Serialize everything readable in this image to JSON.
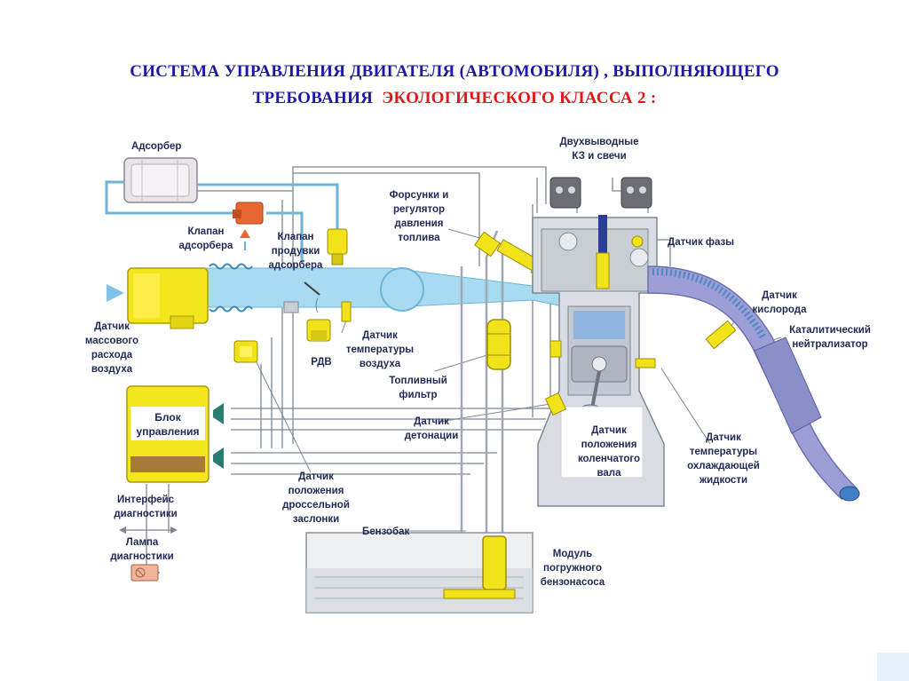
{
  "title": {
    "line1": "СИСТЕМА УПРАВЛЕНИЯ ДВИГАТЕЛЯ (АВТОМОБИЛЯ) , ВЫПОЛНЯЮЩЕГО",
    "line2_prefix": "ТРЕБОВАНИЯ",
    "line2_highlight": "ЭКОЛОГИЧЕСКОГО КЛАССА 2 :"
  },
  "colors": {
    "title_blue": "#1a1aa6",
    "title_red": "#e01818",
    "label": "#1f2a55",
    "air_path": "#9fd3ee",
    "component_yellow": "#f1e21a",
    "engine_block": "#d9dde3",
    "wire": "#7d8793"
  },
  "labels": {
    "adsorber": "Адсорбер",
    "ignition_coils": [
      "Двухвыводные",
      "КЗ и свечи"
    ],
    "injectors": [
      "Форсунки и",
      "регулятор",
      "давления",
      "топлива"
    ],
    "adsorber_valve": [
      "Клапан",
      "адсорбера"
    ],
    "purge_valve": [
      "Клапан",
      "продувки",
      "адсорбера"
    ],
    "phase_sensor": "Датчик фазы",
    "oxygen_sensor": [
      "Датчик",
      "кислорода"
    ],
    "catalyst": [
      "Каталитический",
      "нейтрализатор"
    ],
    "maf_sensor": [
      "Датчик",
      "массового",
      "расхода",
      "воздуха"
    ],
    "idle_regulator": "РДВ",
    "air_temp_sensor": [
      "Датчик",
      "температуры",
      "воздуха"
    ],
    "fuel_filter": [
      "Топливный",
      "фильтр"
    ],
    "knock_sensor": [
      "Датчик",
      "детонации"
    ],
    "crank_sensor": [
      "Датчик",
      "положения",
      "коленчатого",
      "вала"
    ],
    "coolant_sensor": [
      "Датчик",
      "температуры",
      "охлаждающей",
      "жидкости"
    ],
    "ecu": [
      "Блок",
      "управления"
    ],
    "throttle_sensor": [
      "Датчик",
      "положения",
      "дроссельной",
      "заслонки"
    ],
    "diag_interface": [
      "Интерфейс",
      "диагностики"
    ],
    "diag_lamp": [
      "Лампа",
      "диагностики"
    ],
    "fuel_tank": "Бензобак",
    "fuel_pump_module": [
      "Модуль",
      "погружного",
      "бензонасоса"
    ]
  }
}
